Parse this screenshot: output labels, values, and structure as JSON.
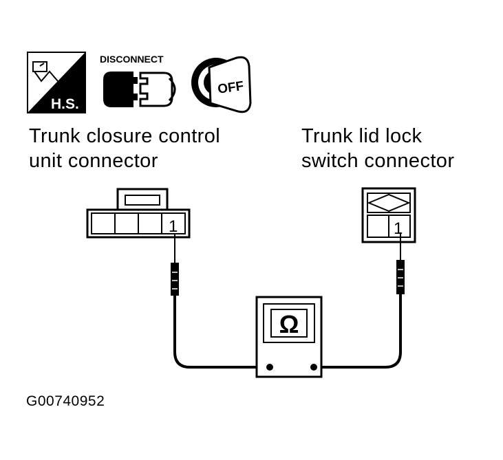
{
  "icons": {
    "harness_side_badge": "H.S.",
    "disconnect_label": "DISCONNECT",
    "ignition_key_label": "OFF"
  },
  "connectors": {
    "left": {
      "label_line1": "Trunk closure control",
      "label_line2": "unit connector",
      "terminal": "1"
    },
    "right": {
      "label_line1": "Trunk lid lock",
      "label_line2": "switch connector",
      "terminal": "1"
    }
  },
  "meter": {
    "symbol": "Ω"
  },
  "figure_id": "G00740952"
}
